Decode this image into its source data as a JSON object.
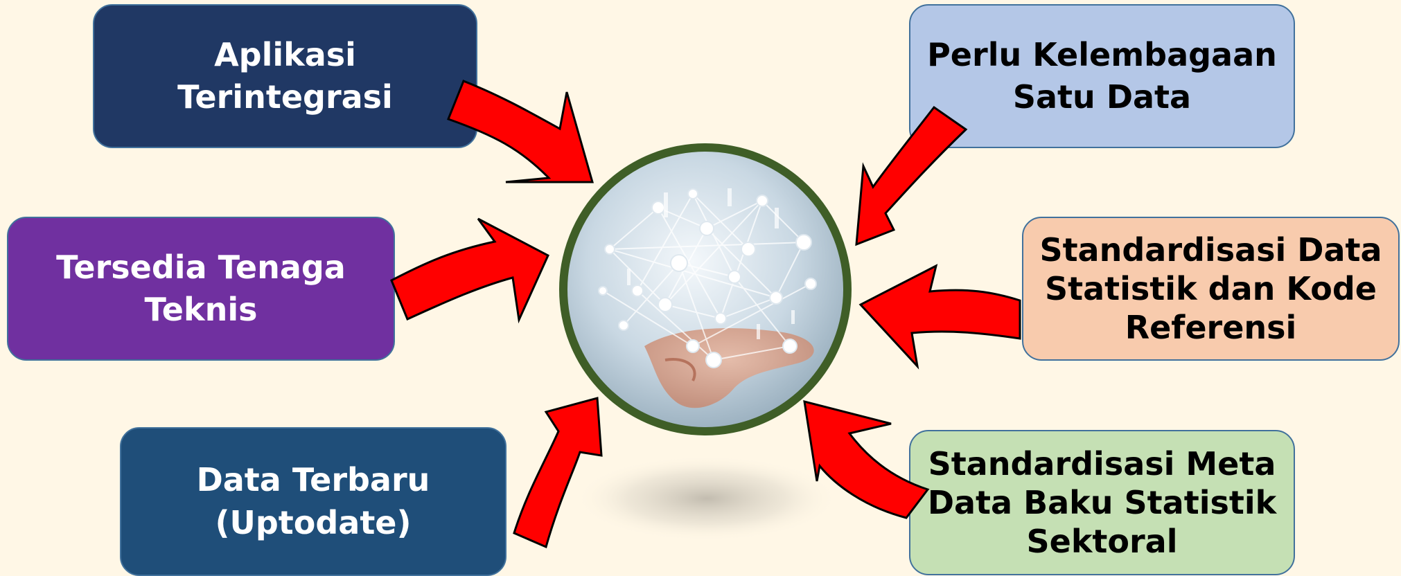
{
  "colors": {
    "background": "#fff7e6",
    "arrow_fill": "#ff0000",
    "arrow_stroke": "#000000",
    "circle_border": "#3f5e27"
  },
  "center": {
    "image": "network-hand-image"
  },
  "boxes": {
    "aplikasi": {
      "lines": [
        "Aplikasi",
        "Terintegrasi"
      ],
      "color": "#203864"
    },
    "tenaga": {
      "lines": [
        "Tersedia Tenaga",
        "Teknis"
      ],
      "color": "#7030a0"
    },
    "terbaru": {
      "lines": [
        "Data Terbaru",
        "(Uptodate)"
      ],
      "color": "#1f4e79"
    },
    "kelembagaan": {
      "lines": [
        "Perlu Kelembagaan",
        "Satu Data"
      ],
      "color": "#b4c7e7"
    },
    "standar_kode": {
      "lines": [
        "Standardisasi Data",
        "Statistik dan Kode",
        "Referensi"
      ],
      "color": "#f8cbad"
    },
    "standar_meta": {
      "lines": [
        "Standardisasi Meta",
        "Data Baku Statistik",
        "Sektoral"
      ],
      "color": "#c5e0b4"
    }
  }
}
